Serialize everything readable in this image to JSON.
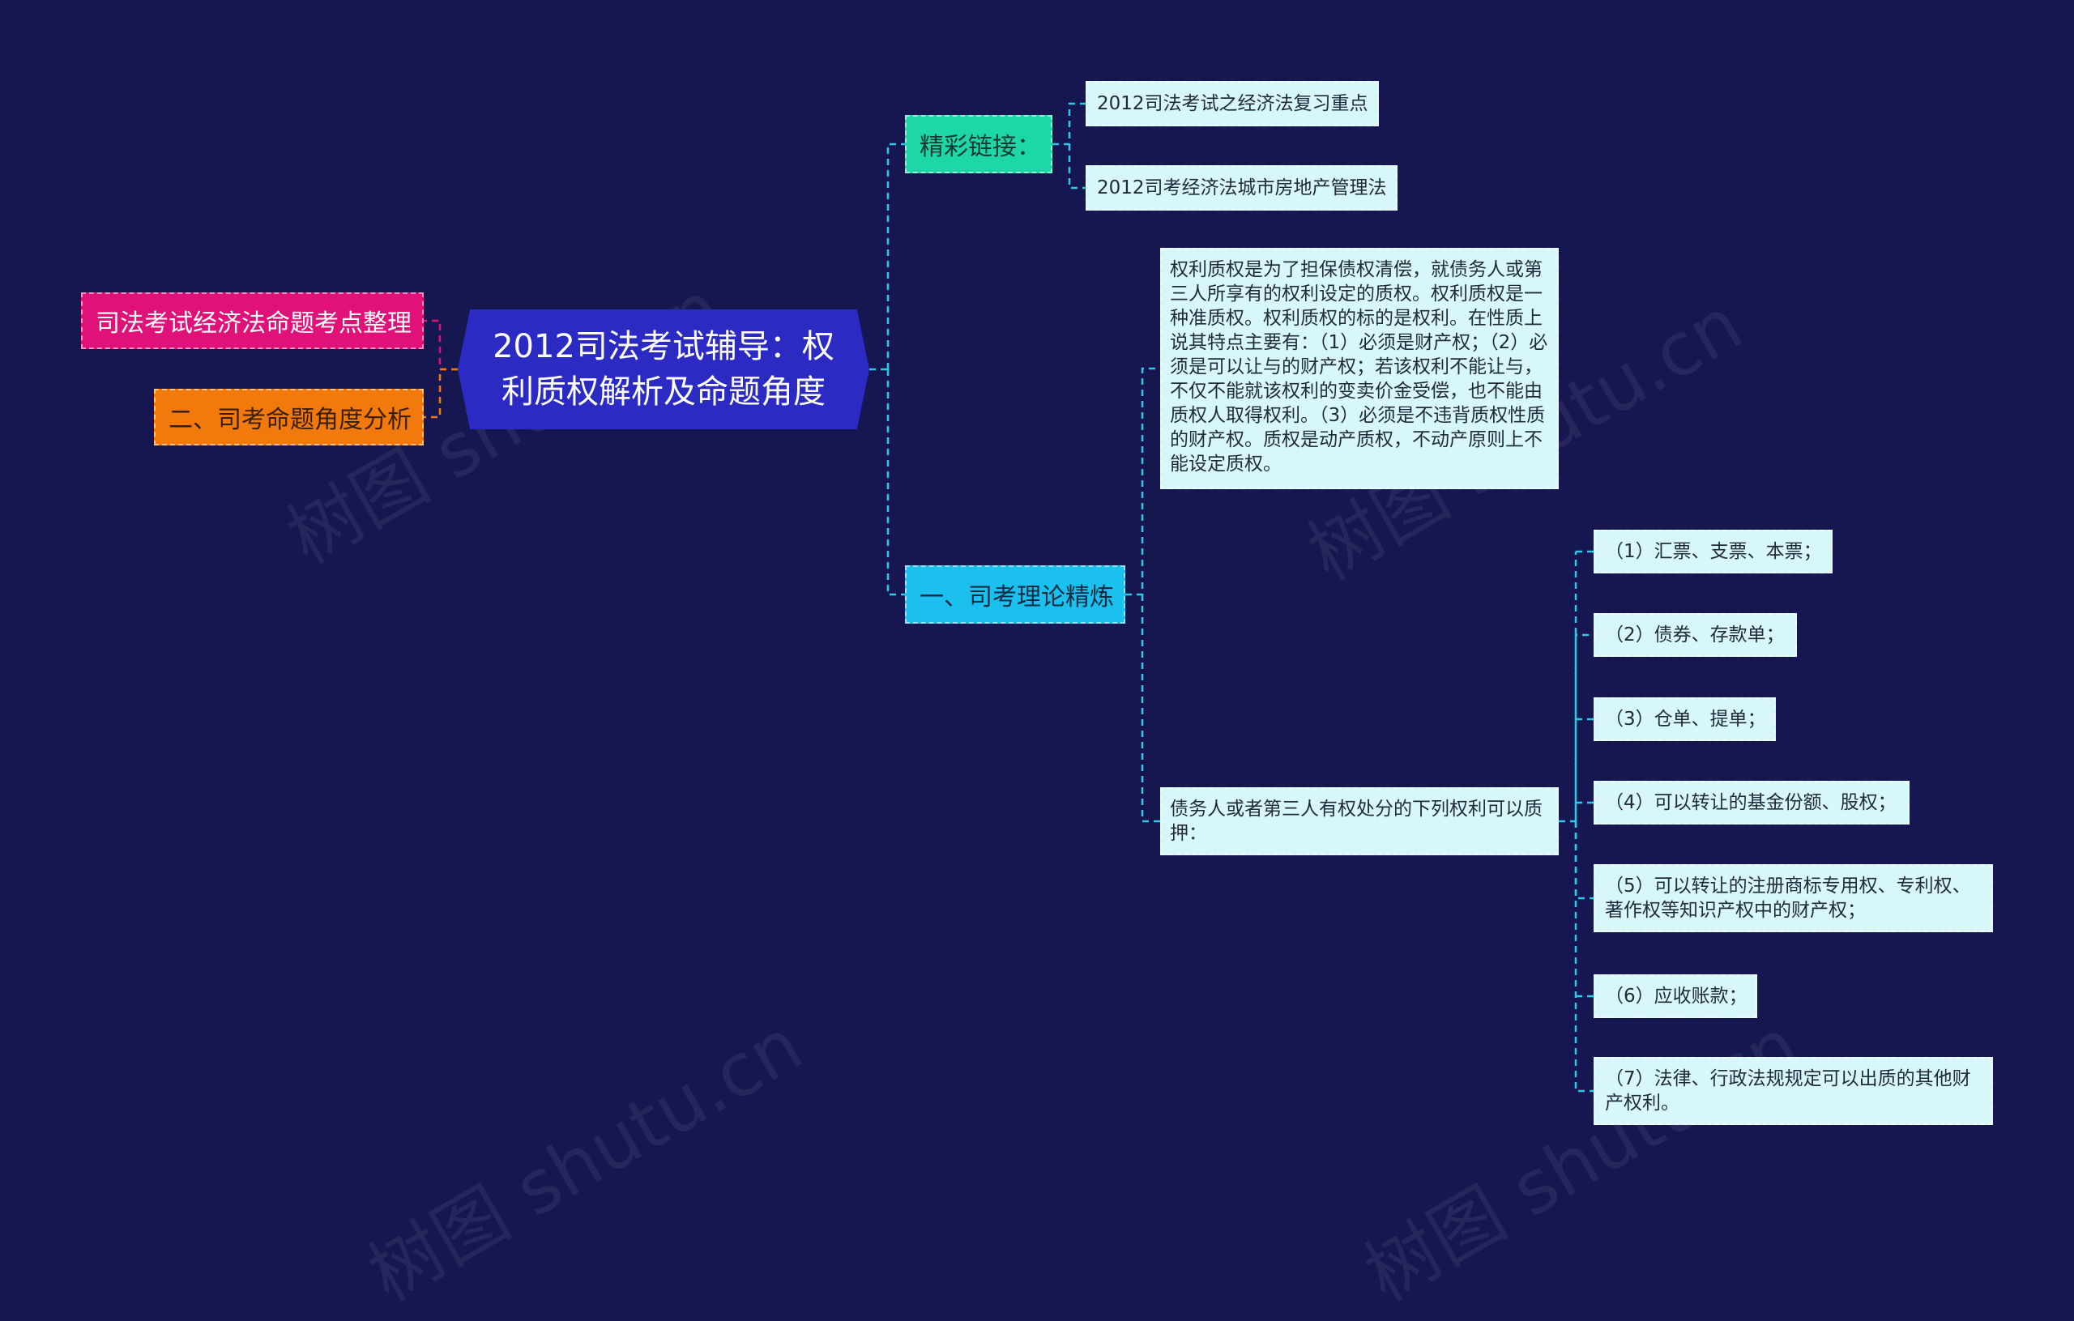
{
  "root": {
    "title": "2012司法考试辅导：权利质权解析及命题角度"
  },
  "left_branches": [
    {
      "label": "司法考试经济法命题考点整理",
      "color": "#e0127a"
    },
    {
      "label": "二、司考命题角度分析",
      "color": "#f27a0c"
    }
  ],
  "right_branches": {
    "links": {
      "label": "精彩链接：",
      "color": "#1ed7a8",
      "items": [
        "2012司法考试之经济法复习重点",
        "2012司考经济法城市房地产管理法"
      ]
    },
    "theory": {
      "label": "一、司考理论精炼",
      "color": "#1cc0ee",
      "paragraph": "权利质权是为了担保债权清偿，就债务人或第三人所享有的权利设定的质权。权利质权是一种准质权。权利质权的标的是权利。在性质上说其特点主要有：（1）必须是财产权；（2）必须是可以让与的财产权；若该权利不能让与，不仅不能就该权利的变卖价金受偿，也不能由质权人取得权利。（3）必须是不违背质权性质的财产权。质权是动产质权，不动产原则上不能设定质权。",
      "pledge_intro": "债务人或者第三人有权处分的下列权利可以质押：",
      "pledge_items": [
        "（1）汇票、支票、本票；",
        "（2）债券、存款单；",
        "（3）仓单、提单；",
        "（4）可以转让的基金份额、股权；",
        "（5）可以转让的注册商标专用权、专利权、著作权等知识产权中的财产权；",
        "（6）应收账款；",
        "（7）法律、行政法规规定可以出质的其他财产权利。"
      ]
    }
  },
  "watermark": "树图 shutu.cn",
  "colors": {
    "background": "#161650",
    "root": "#2b2bc4",
    "leaf": "#d8f7fb",
    "connector": "#2ec9e6"
  }
}
